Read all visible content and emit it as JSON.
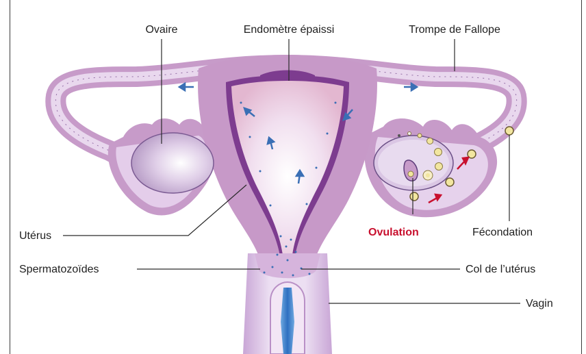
{
  "labels": {
    "ovaire": "Ovaire",
    "endometre": "Endomètre épaissi",
    "trompe": "Trompe de Fallope",
    "uterus": "Utérus",
    "ovulation": "Ovulation",
    "fecondation": "Fécondation",
    "spermatozoides": "Spermatozoïdes",
    "col": "Col de l’utérus",
    "vagin": "Vagin"
  },
  "colors": {
    "outer_tissue": "#c89cc8",
    "inner_lumen": "#e8d4ec",
    "endometrium": "#7a3a8a",
    "sperm": "#3a6fb5",
    "ovulation_red": "#c8102e",
    "egg_yellow": "#f2e6a0"
  }
}
